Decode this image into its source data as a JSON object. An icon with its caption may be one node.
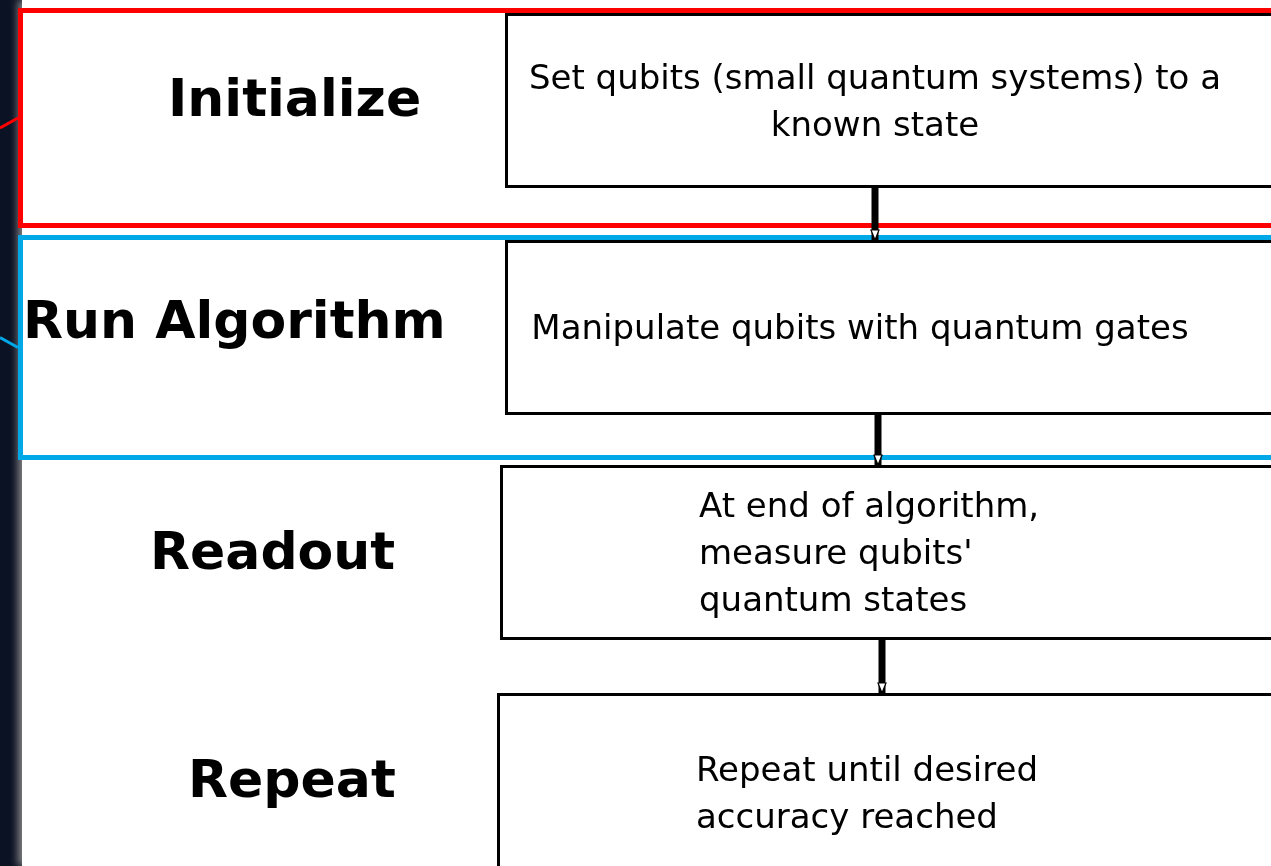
{
  "diagram": {
    "nodes": [
      {
        "text": [
          "Initialize"
        ]
      },
      {
        "text": [
          "Set qubits (small quantum systems) to a known state"
        ],
        "in": 0
      },
      {
        "text": [
          "Run Algorithm"
        ]
      },
      {
        "text": [
          "Manipulate qubits with quantum gates"
        ],
        "in": 2
      },
      {
        "text": [
          "At end of algorithm, measure qubits' quantum states"
        ]
      },
      {
        "text": [
          "Repeat until desired accuracy reached"
        ]
      }
    ],
    "edges": [
      {
        "from": 1,
        "to": 3,
        "arrow": "to"
      },
      {
        "from": 3,
        "to": 4,
        "arrow": "to"
      },
      {
        "from": 4,
        "to": 5,
        "arrow": "to"
      },
      {
        "from": null,
        "to": 0,
        "arrow": "none",
        "color": "#ff0000"
      },
      {
        "from": null,
        "to": 2,
        "arrow": "none",
        "color": "#00a8e8"
      }
    ],
    "labels": [
      "Readout",
      "Repeat"
    ]
  }
}
